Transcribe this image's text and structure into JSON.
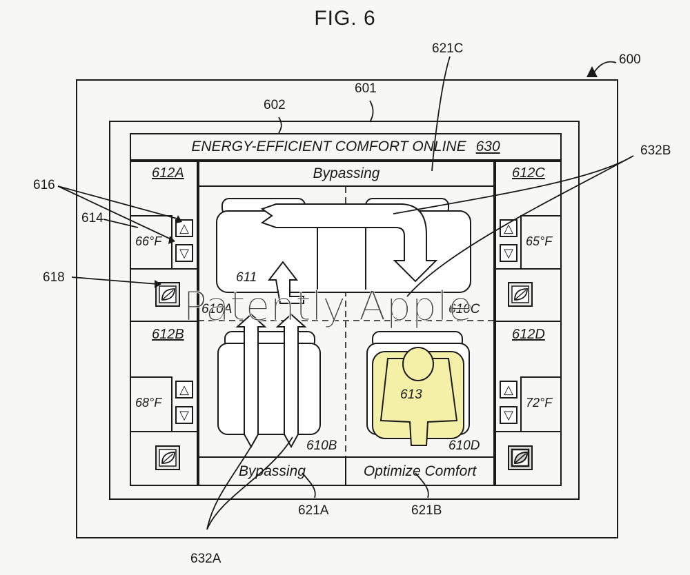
{
  "figure_title": "FIG. 6",
  "banner": {
    "text": "ENERGY-EFFICIENT COMFORT ONLINE",
    "ref": "630"
  },
  "zones": {
    "top_status": "Bypassing",
    "bottom_left_status": "Bypassing",
    "bottom_right_status": "Optimize Comfort"
  },
  "panels": {
    "a": {
      "ref": "612A",
      "temp": "66",
      "unit": "°F"
    },
    "b": {
      "ref": "612B",
      "temp": "68",
      "unit": "°F"
    },
    "c": {
      "ref": "612C",
      "temp": "65",
      "unit": "°F"
    },
    "d": {
      "ref": "612D",
      "temp": "72",
      "unit": "°F"
    }
  },
  "buttons": {
    "up": "△",
    "down": "▽"
  },
  "refs": {
    "r600": "600",
    "r601": "601",
    "r602": "602",
    "r621C": "621C",
    "r632B": "632B",
    "r616": "616",
    "r614": "614",
    "r618": "618",
    "r611": "611",
    "r610A": "610A",
    "r610C": "610C",
    "r610B": "610B",
    "r610D": "610D",
    "r613": "613",
    "r621A": "621A",
    "r621B": "621B",
    "r632A": "632A"
  },
  "watermark": "Patently Apple",
  "colors": {
    "occupant": "#f5f0a8",
    "line": "#1a1a1a",
    "leaf_button": "#e9e9e7"
  },
  "icons": [
    "up-triangle-icon",
    "down-triangle-icon",
    "leaf-icon",
    "flow-arrow-icon",
    "seat-icon",
    "occupant-icon"
  ]
}
